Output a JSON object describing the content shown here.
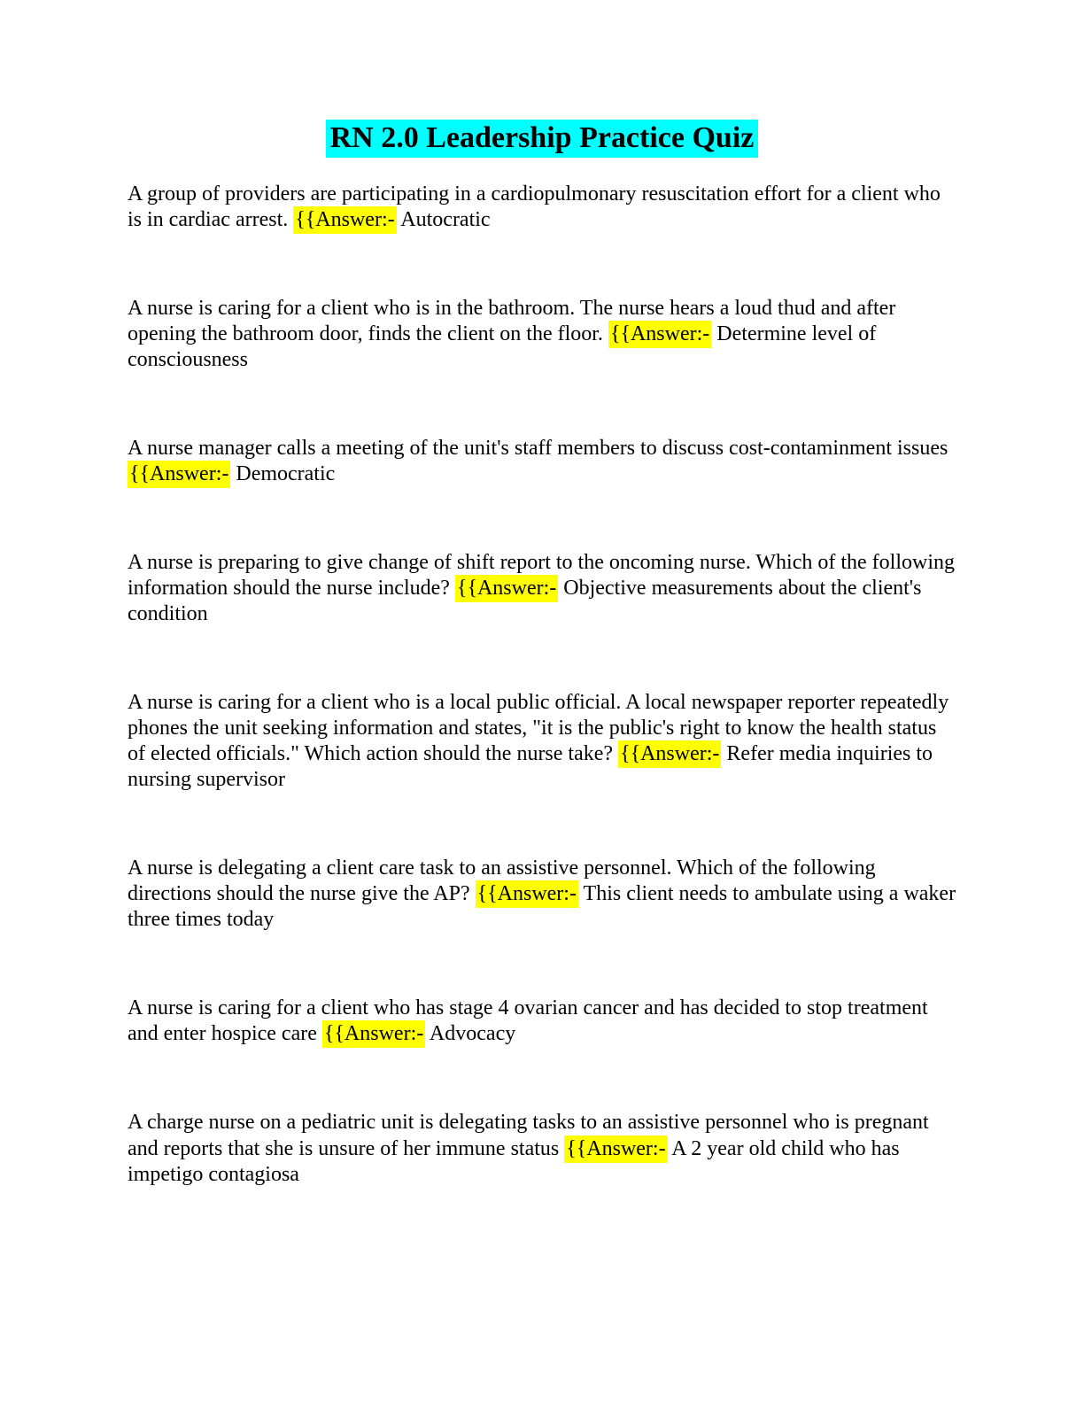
{
  "page": {
    "title": "RN 2.0 Leadership Practice Quiz",
    "title_highlight_color": "#00ffff",
    "answer_highlight_color": "#ffff00",
    "background_color": "#ffffff",
    "text_color": "#000000"
  },
  "questions": [
    {
      "before": "A group of providers are participating in a cardiopulmonary resuscitation effort for a client who is in cardiac arrest. ",
      "marker": "{{Answer:-",
      "answer": " Autocratic"
    },
    {
      "before": "A nurse is caring for a client who is in the bathroom. The nurse hears a loud thud and after opening the bathroom door, finds the client on the floor. ",
      "marker": "{{Answer:-",
      "answer": " Determine level of consciousness"
    },
    {
      "before": "A nurse manager calls a meeting of the unit's staff members to discuss cost-contaminment issues ",
      "marker": "{{Answer:-",
      "answer": " Democratic"
    },
    {
      "before": "A nurse is preparing to give change of shift report to the oncoming nurse. Which of the following information should the nurse include? ",
      "marker": "{{Answer:-",
      "answer": " Objective measurements about the client's condition"
    },
    {
      "before": "A nurse is caring for a client who is a local public official. A local newspaper reporter repeatedly phones the unit seeking information and states, \"it is the public's right to know the health status of elected officials.\" Which action should the nurse take? ",
      "marker": "{{Answer:-",
      "answer": " Refer media inquiries to nursing supervisor"
    },
    {
      "before": "A nurse is delegating a client care task to an assistive personnel. Which of the following directions should the nurse give the AP? ",
      "marker": "{{Answer:-",
      "answer": " This client needs to ambulate using a waker three times today"
    },
    {
      "before": "A nurse is caring for a client who has stage 4 ovarian cancer and has decided to stop treatment and enter hospice care ",
      "marker": "{{Answer:-",
      "answer": " Advocacy"
    },
    {
      "before": "A charge nurse on a pediatric unit is delegating tasks to an assistive personnel who is pregnant and reports that she is unsure of her immune status ",
      "marker": "{{Answer:-",
      "answer": " A 2 year old child who has impetigo contagiosa"
    }
  ]
}
